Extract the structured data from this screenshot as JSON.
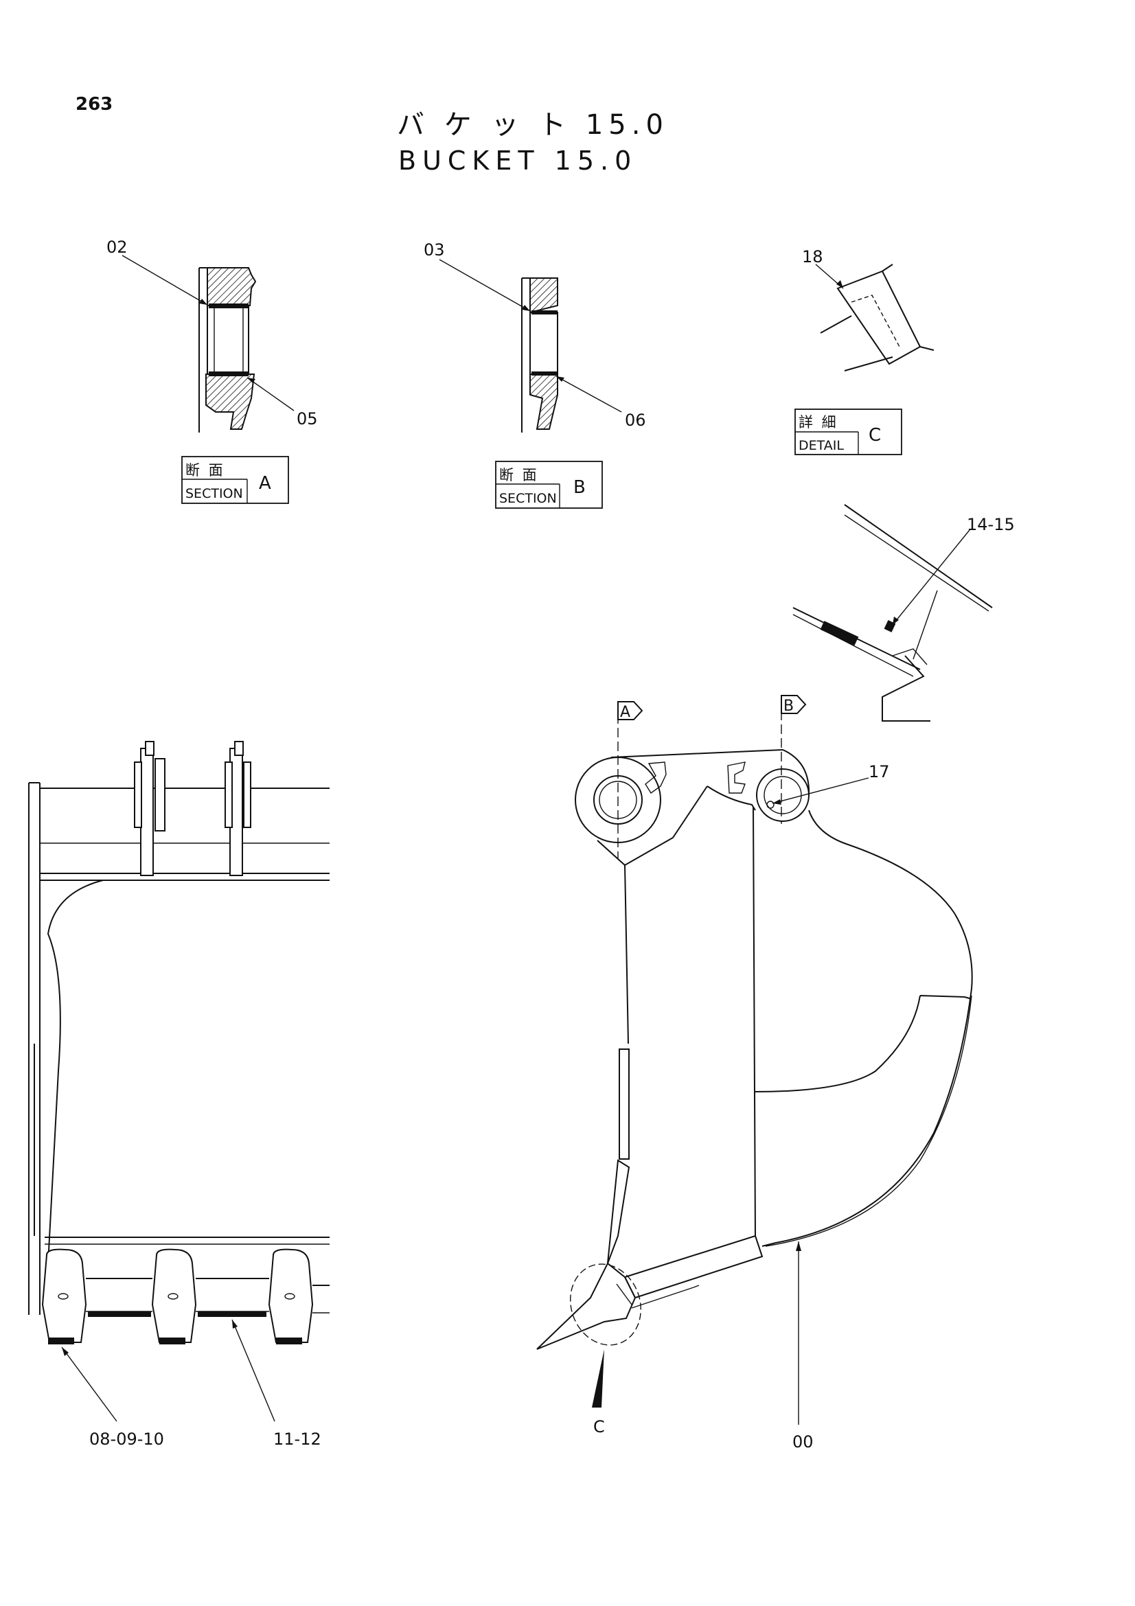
{
  "page_number": "263",
  "title_jp": "バ ケ ッ ト 15.0",
  "title_en": "BUCKET 15.0",
  "views": {
    "section_a": {
      "label_jp": "断 面",
      "label_en": "SECTION",
      "letter": "A"
    },
    "section_b": {
      "label_jp": "断 面",
      "label_en": "SECTION",
      "letter": "B"
    },
    "detail_c": {
      "label_jp": "詳 細",
      "label_en": "DETAIL",
      "letter": "C"
    }
  },
  "section_markers": {
    "a": "A",
    "b": "B",
    "c": "C"
  },
  "part_callouts": {
    "p02": "02",
    "p03": "03",
    "p05": "05",
    "p06": "06",
    "p18": "18",
    "p14_15": "14-15",
    "p17": "17",
    "p08_09_10": "08-09-10",
    "p11_12": "11-12",
    "p00": "00"
  }
}
